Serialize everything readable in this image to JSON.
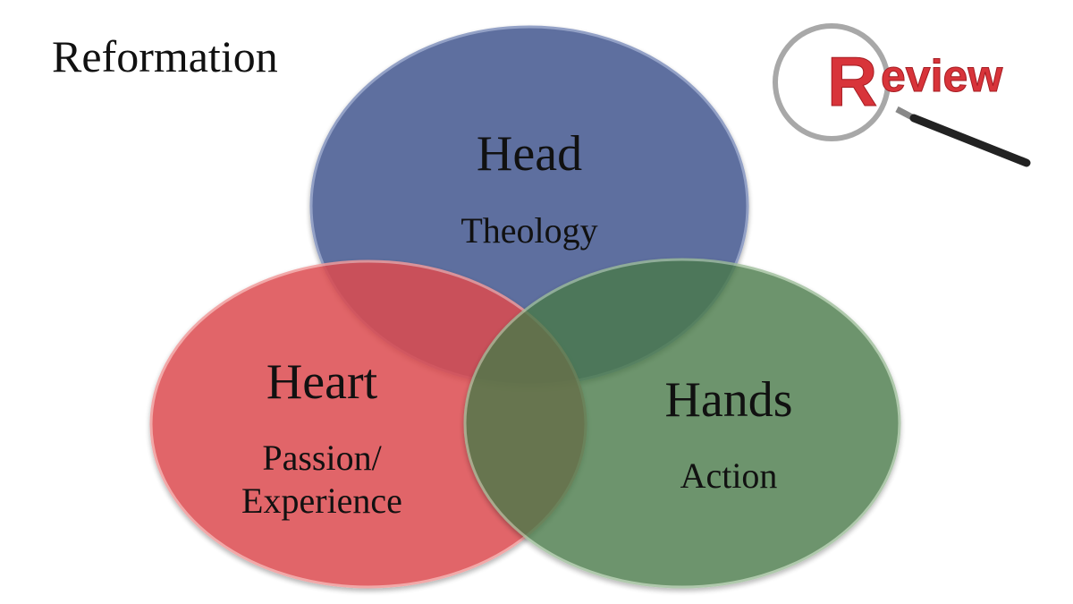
{
  "title": "Reformation",
  "logo_text": "Review",
  "circles": [
    {
      "heading": "Head",
      "sub": "Theology",
      "color": "#56689a"
    },
    {
      "heading": "Heart",
      "sub_line1": "Passion/",
      "sub_line2": "Experience",
      "color": "#e05858"
    },
    {
      "heading": "Hands",
      "sub": "Action",
      "color": "#628b60"
    }
  ]
}
